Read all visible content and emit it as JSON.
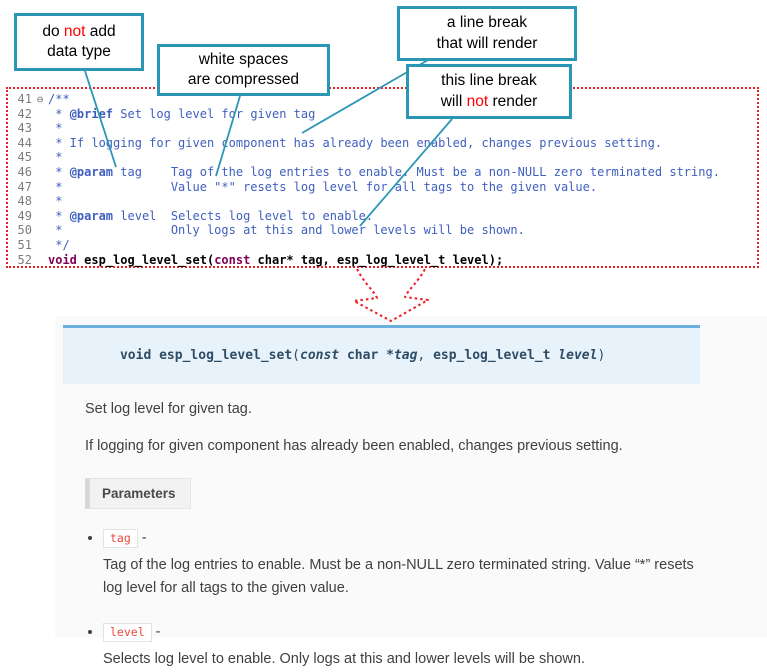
{
  "callouts": {
    "datatype": {
      "t1": "do ",
      "em": "not",
      "t2": " add",
      "line2": "data type"
    },
    "whitespace": {
      "line1": "white spaces",
      "line2": "are compressed"
    },
    "break_render": {
      "line1": "a line break",
      "line2": "that will render"
    },
    "break_norender": {
      "line1": "this line break",
      "t1": "will ",
      "em": "not",
      "t2": " render"
    }
  },
  "code": {
    "fold_marker": "⊖",
    "l41": {
      "num": "41",
      "text": "/**"
    },
    "l42": {
      "num": "42",
      "pre": " * ",
      "tag": "@brief",
      "rest": " Set log level for given tag"
    },
    "l43": {
      "num": "43",
      "text": " *"
    },
    "l44": {
      "num": "44",
      "text": " * If logging for given component has already been enabled, changes previous setting."
    },
    "l45": {
      "num": "45",
      "text": " *"
    },
    "l46": {
      "num": "46",
      "pre": " * ",
      "tag": "@param",
      "rest": " tag    Tag of the log entries to enable. Must be a non-NULL zero terminated string."
    },
    "l47": {
      "num": "47",
      "text": " *               Value \"*\" resets log level for all tags to the given value."
    },
    "l48": {
      "num": "48",
      "text": " *"
    },
    "l49": {
      "num": "49",
      "pre": " * ",
      "tag": "@param",
      "rest": " level  Selects log level to enable."
    },
    "l50": {
      "num": "50",
      "text": " *               Only logs at this and lower levels will be shown."
    },
    "l51": {
      "num": "51",
      "text": " */"
    },
    "l52": {
      "num": "52",
      "kw1": "void",
      "mid": " esp_log_level_set(",
      "kw2": "const",
      "rest": " char* tag, esp_log_level_t level);"
    }
  },
  "docs": {
    "signature": {
      "kw": "void ",
      "name": "esp_log_level_set",
      "open": "(",
      "cst": "const",
      "mid": " char *",
      "p1": "tag",
      "comma": ", ",
      "type": "esp_log_level_t",
      "sp": " ",
      "p2": "level",
      "close": ")"
    },
    "para1": "Set log level for given tag.",
    "para2": "If logging for given component has already been enabled, changes previous setting.",
    "parameters_label": "Parameters",
    "param1": {
      "name": "tag",
      "dash": " -",
      "desc": "Tag of the log entries to enable. Must be a non-NULL zero terminated string. Value “*” resets log level for all tags to the given value."
    },
    "param2": {
      "name": "level",
      "dash": " -",
      "desc": "Selects log level to enable. Only logs at this and lower levels will be shown."
    }
  }
}
